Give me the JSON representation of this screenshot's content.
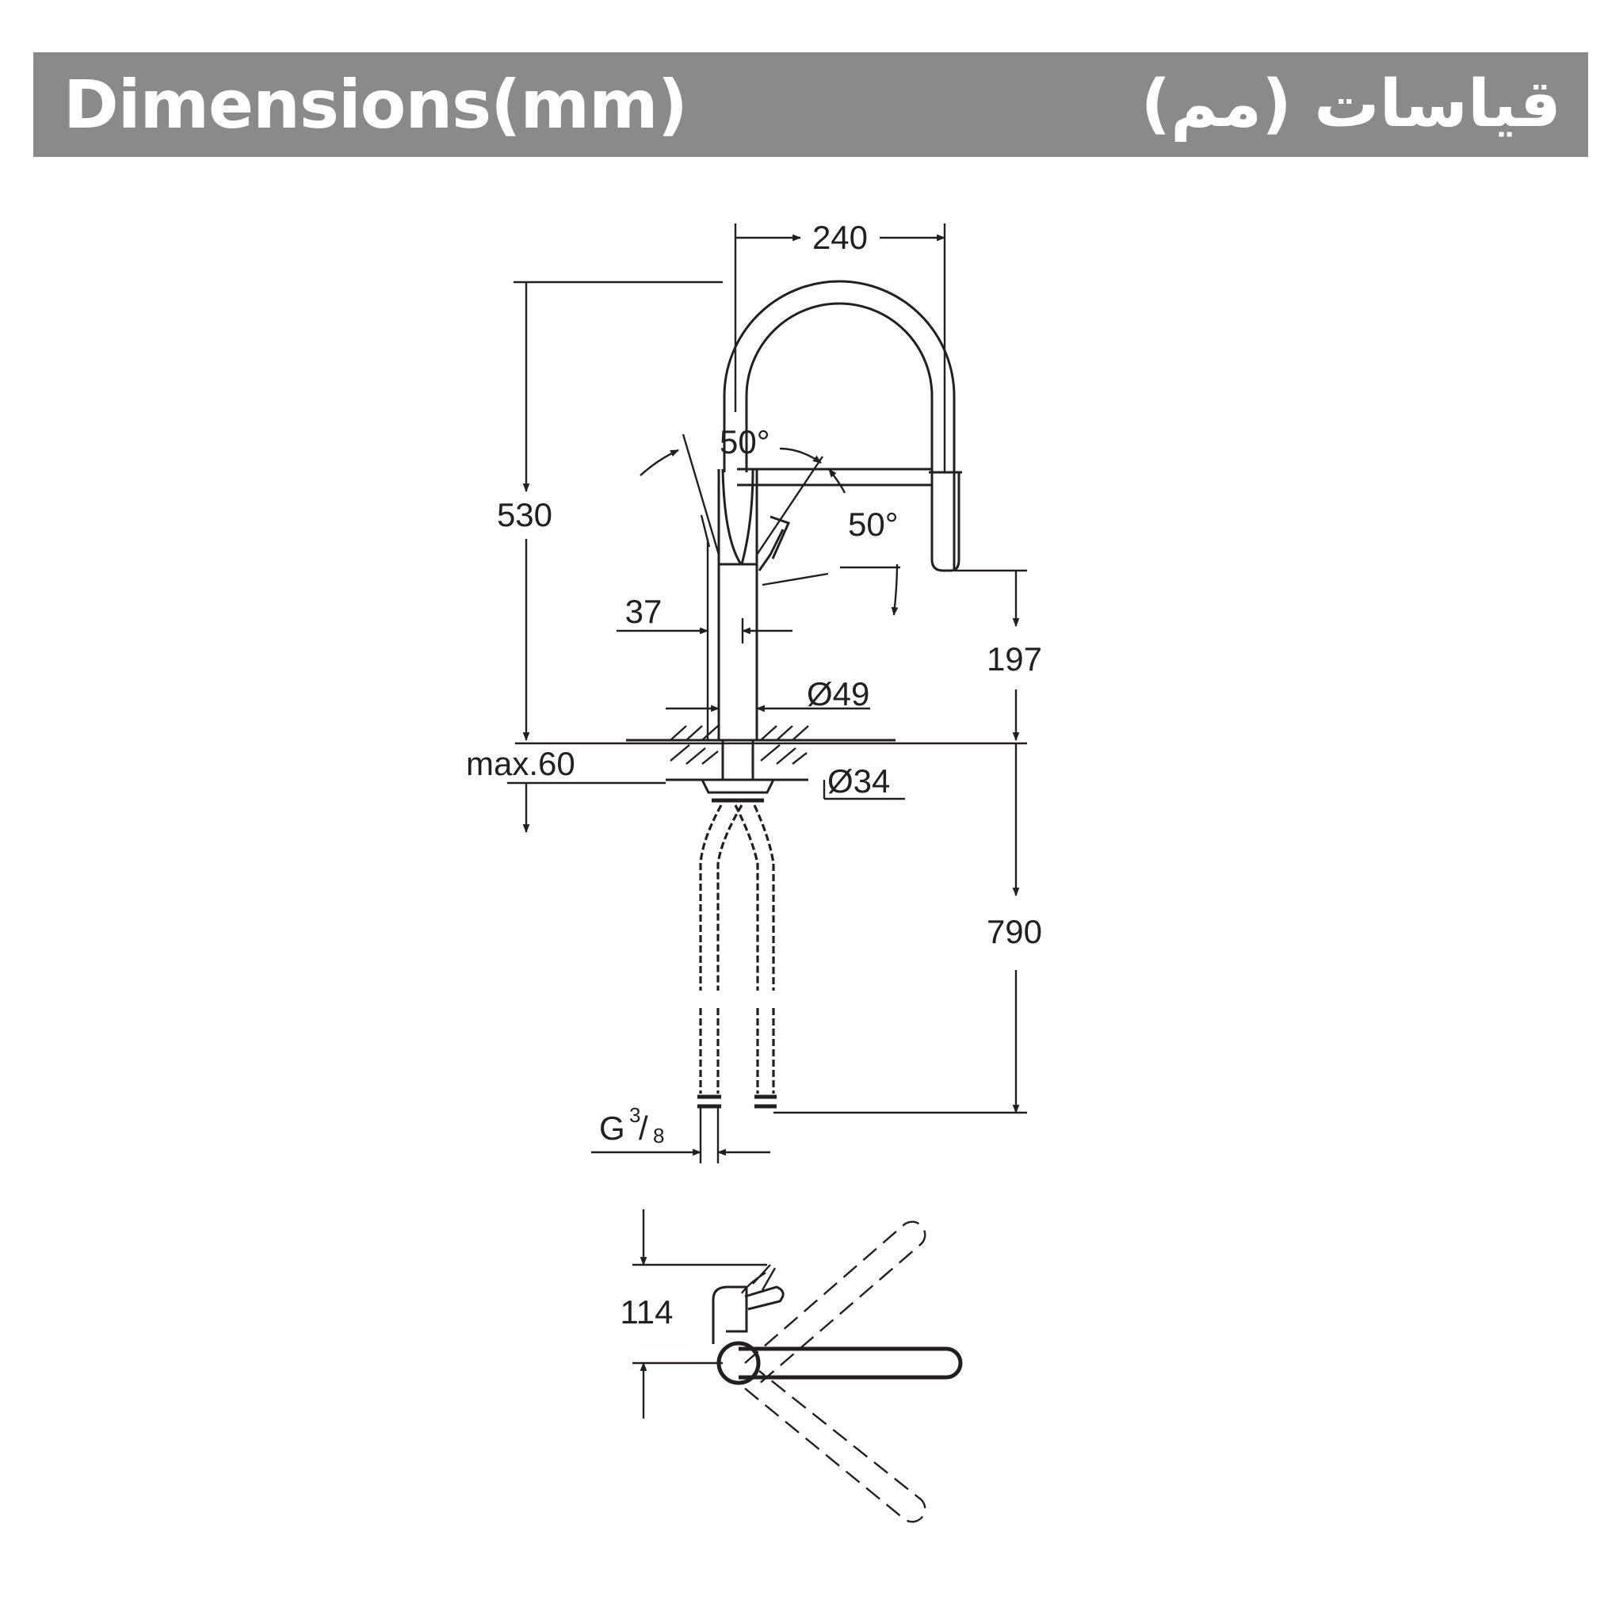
{
  "header": {
    "title_en": "Dimensions(mm)",
    "title_ar": "قياسات (مم)",
    "background": "#8a8a8a",
    "text_color": "#ffffff"
  },
  "dimensions": {
    "spout_reach": "240",
    "total_height": "530",
    "swivel_angle_left": "50°",
    "swivel_angle_right": "50°",
    "body_offset": "37",
    "outlet_height": "197",
    "body_diameter": "Ø49",
    "max_deck_thickness": "max.60",
    "shank_diameter": "Ø34",
    "hose_length": "790",
    "connection_thread": "G",
    "thread_numerator": "3",
    "thread_denominator": "8",
    "top_view_depth": "114"
  }
}
